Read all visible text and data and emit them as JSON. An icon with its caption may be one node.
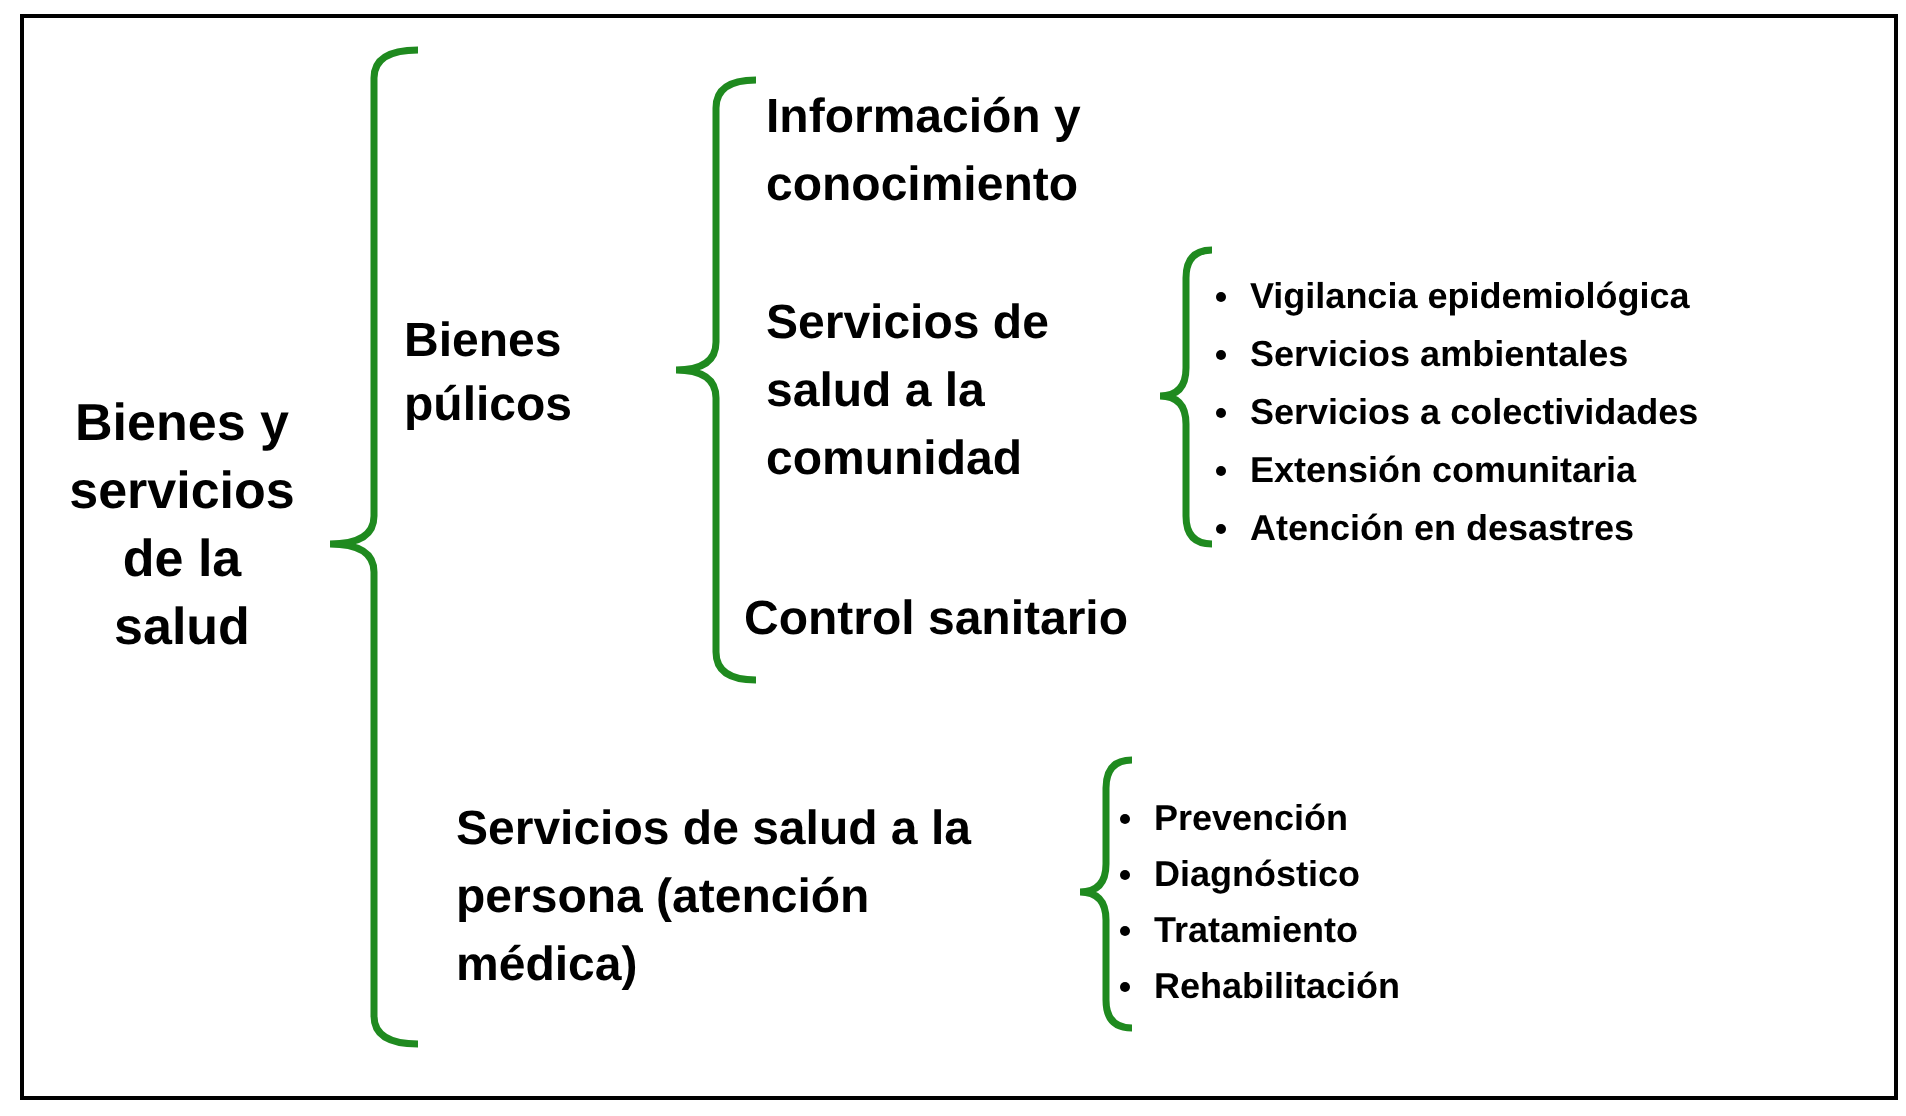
{
  "diagram": {
    "labels": [
      "Bienes y servicios de la salud",
      "Bienes púlicos",
      "Información y conocimiento",
      "Servicios de salud a la comunidad",
      "Vigilancia epidemiológica",
      "Servicios ambientales",
      "Servicios a colectividades",
      "Extensión comunitaria",
      "Atención en desastres",
      "Control sanitario",
      "Servicios de salud a la persona (atención médica)",
      "Prevención",
      "Diagnóstico",
      "Tratamiento",
      "Rehabilitación"
    ]
  }
}
